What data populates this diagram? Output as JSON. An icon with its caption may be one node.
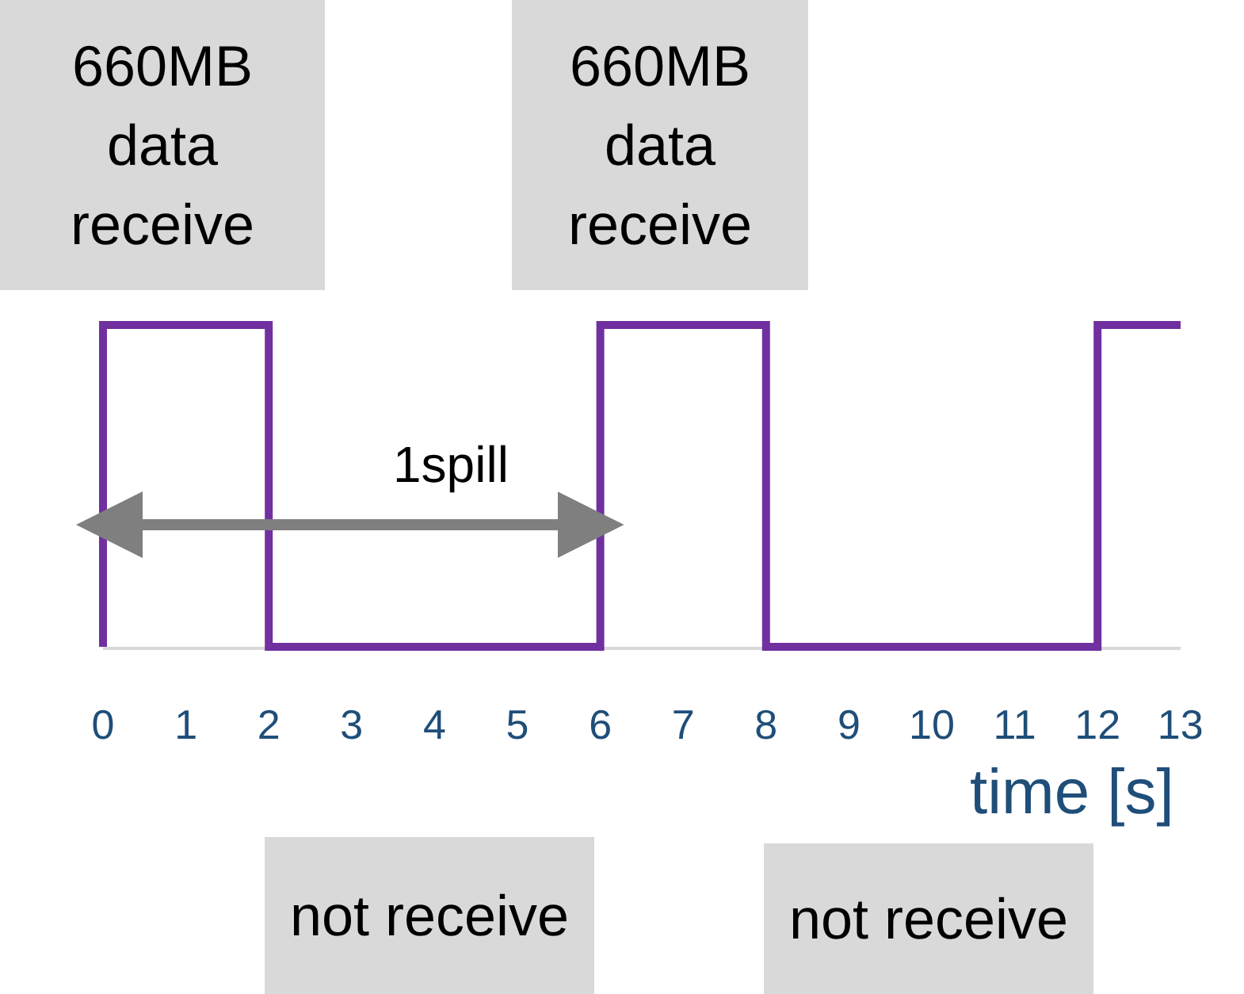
{
  "diagram": {
    "nodes": [
      {
        "text": [
          "660MB data receive"
        ]
      },
      {
        "text": [
          "660MB data receive"
        ]
      },
      {
        "text": [
          "not receive"
        ]
      },
      {
        "text": [
          "not receive"
        ]
      }
    ],
    "labels": [
      "1spill",
      "0",
      "1",
      "2",
      "3",
      "4",
      "5",
      "6",
      "7",
      "8",
      "9",
      "10",
      "11",
      "12",
      "13",
      "time [s]"
    ]
  }
}
